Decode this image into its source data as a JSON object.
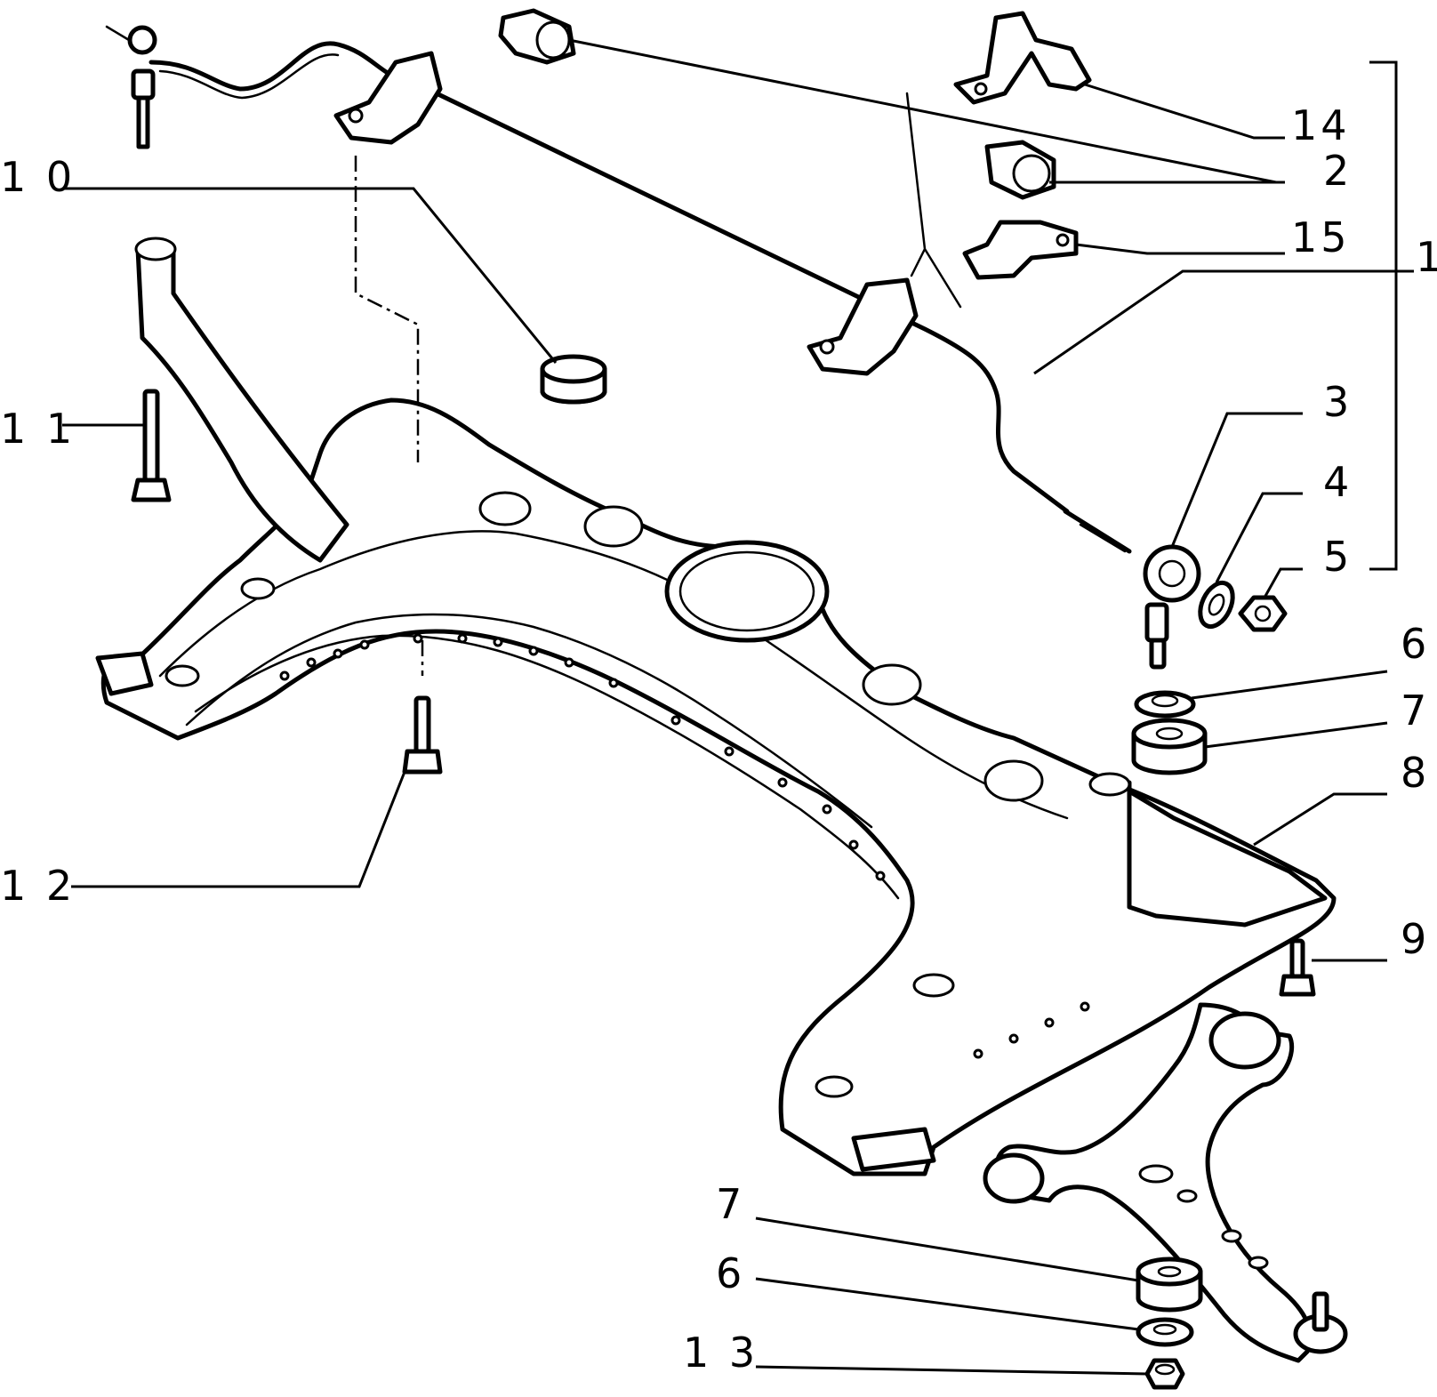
{
  "callouts": [
    {
      "id": "c1",
      "label": "1"
    },
    {
      "id": "c2",
      "label": "2"
    },
    {
      "id": "c3",
      "label": "3"
    },
    {
      "id": "c4",
      "label": "4"
    },
    {
      "id": "c5",
      "label": "5"
    },
    {
      "id": "c6a",
      "label": "6"
    },
    {
      "id": "c7a",
      "label": "7"
    },
    {
      "id": "c8",
      "label": "8"
    },
    {
      "id": "c9",
      "label": "9"
    },
    {
      "id": "c10",
      "label": "1 0"
    },
    {
      "id": "c11",
      "label": "1 1"
    },
    {
      "id": "c12",
      "label": "1 2"
    },
    {
      "id": "c13",
      "label": "1 3"
    },
    {
      "id": "c14",
      "label": "14"
    },
    {
      "id": "c15",
      "label": "15"
    },
    {
      "id": "c6b",
      "label": "6"
    },
    {
      "id": "c7b",
      "label": "7"
    }
  ]
}
